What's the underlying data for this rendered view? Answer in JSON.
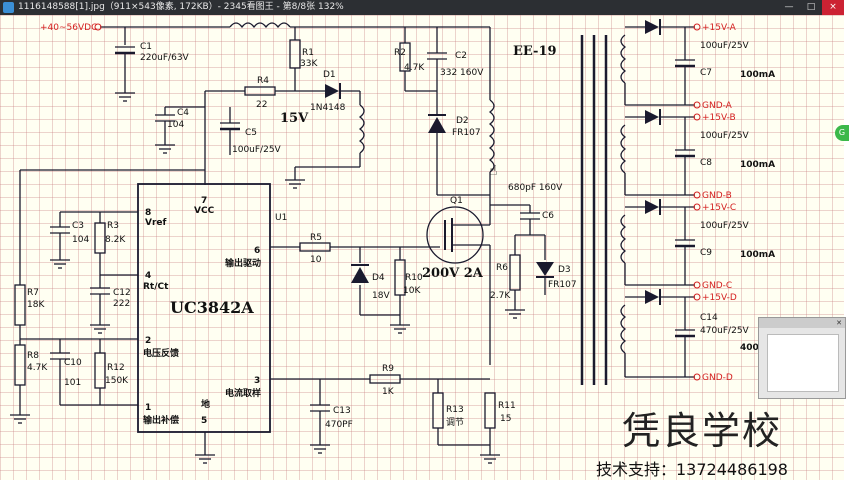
{
  "window": {
    "title": "1116148588[1].jpg（911×543像素, 172KB）- 2345看图王 - 第8/8张 132%",
    "minimize": "—",
    "maximize": "□",
    "close": "×"
  },
  "schematic": {
    "supply": "+40~56VDC",
    "transformer": "EE-19",
    "chip": "UC3842A",
    "u_label": "U1",
    "mosfet_rating": "200V 2A",
    "aux_voltage": "15V",
    "pins": {
      "p8": "8",
      "p8_label": "Vref",
      "p7": "7",
      "p7_label": "VCC",
      "p4": "4",
      "p4_label": "Rt/Ct",
      "p6": "6",
      "p6_label": "输出驱动",
      "p2": "2",
      "p2_label": "电压反馈",
      "p3": "3",
      "p3_label": "电流取样",
      "p1": "1",
      "p1_label": "输出补偿",
      "p5": "5",
      "p5_label": "地"
    },
    "components": {
      "C1": "C1",
      "C1_val": "220uF/63V",
      "R1": "R1",
      "R1_val": "33K",
      "D1": "D1",
      "D1_val": "1N4148",
      "R4": "R4",
      "R4_val": "22",
      "C4": "C4",
      "C4_val": "104",
      "C5": "C5",
      "C5_val": "100uF/25V",
      "R2": "R2",
      "R2_val": "4.7K",
      "C2": "C2",
      "C2_val": "332 160V",
      "D2": "D2",
      "D2_val": "FR107",
      "Q1": "Q1",
      "C6": "C6",
      "C6_val": "680pF 160V",
      "R6": "R6",
      "R6_val": "2.7K",
      "D3": "D3",
      "D3_val": "FR107",
      "C3": "C3",
      "C3_val": "104",
      "R3": "R3",
      "R3_val": "8.2K",
      "C12": "C12",
      "C12_val": "222",
      "R7": "R7",
      "R7_val": "18K",
      "R8": "R8",
      "R8_val": "4.7K",
      "C10": "C10",
      "C10_val": "101",
      "R12": "R12",
      "R12_val": "150K",
      "R5": "R5",
      "R5_val": "10",
      "D4": "D4",
      "D4_val": "18V",
      "R10": "R10",
      "R10_val": "10K",
      "R9": "R9",
      "R9_val": "1K",
      "C13": "C13",
      "C13_val": "470PF",
      "R13": "R13",
      "R13_val": "调节",
      "R11": "R11",
      "R11_val": "15",
      "C7": "C7",
      "C8": "C8",
      "C9": "C9",
      "C14": "C14",
      "cap_val": "100uF/25V",
      "C14_val": "470uF/25V"
    },
    "outputs": [
      {
        "pos": "+15V-A",
        "gnd": "GND-A",
        "current": "100mA"
      },
      {
        "pos": "+15V-B",
        "gnd": "GND-B",
        "current": "100mA"
      },
      {
        "pos": "+15V-C",
        "gnd": "GND-C",
        "current": "100mA"
      },
      {
        "pos": "+15V-D",
        "gnd": "GND-D",
        "current": "400m"
      }
    ]
  },
  "watermark": {
    "school": "凭良学校",
    "contact": "技术支持：13724486198"
  },
  "colors": {
    "wire": "#1a1a2e",
    "label_red": "#d42020",
    "grid": "#e8b4b4",
    "background": "#fffff2"
  }
}
